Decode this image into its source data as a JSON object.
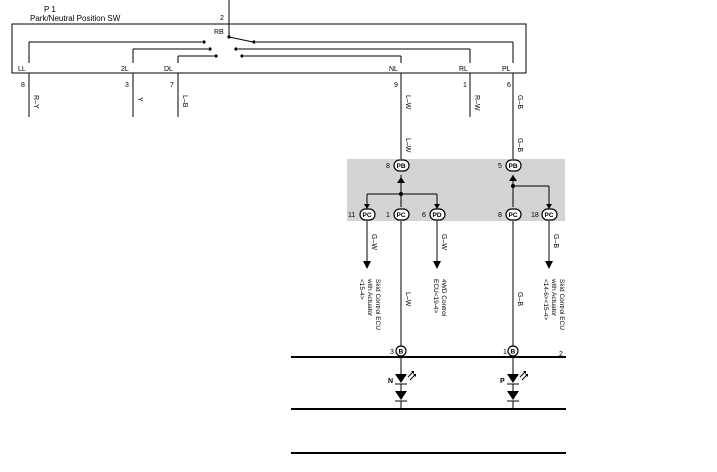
{
  "component": {
    "id": "P 1",
    "name": "Park/Neutral Position SW",
    "input_pin": "2",
    "switch_label": "RB"
  },
  "terminals": [
    {
      "name": "LL",
      "pin": "8",
      "wire": "R–Y"
    },
    {
      "name": "2L",
      "pin": "3",
      "wire": "Y"
    },
    {
      "name": "DL",
      "pin": "7",
      "wire": "L–B"
    },
    {
      "name": "NL",
      "pin": "9",
      "wire": "L–W"
    },
    {
      "name": "RL",
      "pin": "1",
      "wire": "R–W"
    },
    {
      "name": "PL",
      "pin": "6",
      "wire": "G–B"
    }
  ],
  "junction": {
    "upper_wires": [
      "L–W",
      "G–B"
    ],
    "top_connectors": [
      {
        "pin": "8",
        "code": "PB"
      },
      {
        "pin": "5",
        "code": "PB"
      }
    ],
    "bottom_connectors": [
      {
        "pin": "11",
        "code": "PC"
      },
      {
        "pin": "1",
        "code": "PC"
      },
      {
        "pin": "6",
        "code": "PD"
      },
      {
        "pin": "8",
        "code": "PC"
      },
      {
        "pin": "18",
        "code": "PC"
      }
    ]
  },
  "branches": [
    {
      "wire": "G–W",
      "dest": [
        "Skid Control ECU",
        "with Actuator",
        "<15-4>"
      ]
    },
    {
      "wire": "L–W"
    },
    {
      "wire": "G–W",
      "dest": [
        "4WD Control",
        "ECU<19-4>"
      ]
    },
    {
      "wire": "G–B"
    },
    {
      "wire": "G–B",
      "dest": [
        "Skid Control ECU",
        "with Actuator",
        "<14-6><15-4>"
      ]
    }
  ],
  "bottom_connectors": [
    {
      "pin": "3",
      "code": "B"
    },
    {
      "pin": "1",
      "code": "B"
    }
  ],
  "edge_mark": "2",
  "indicators": [
    {
      "label": "N"
    },
    {
      "label": "P"
    }
  ]
}
